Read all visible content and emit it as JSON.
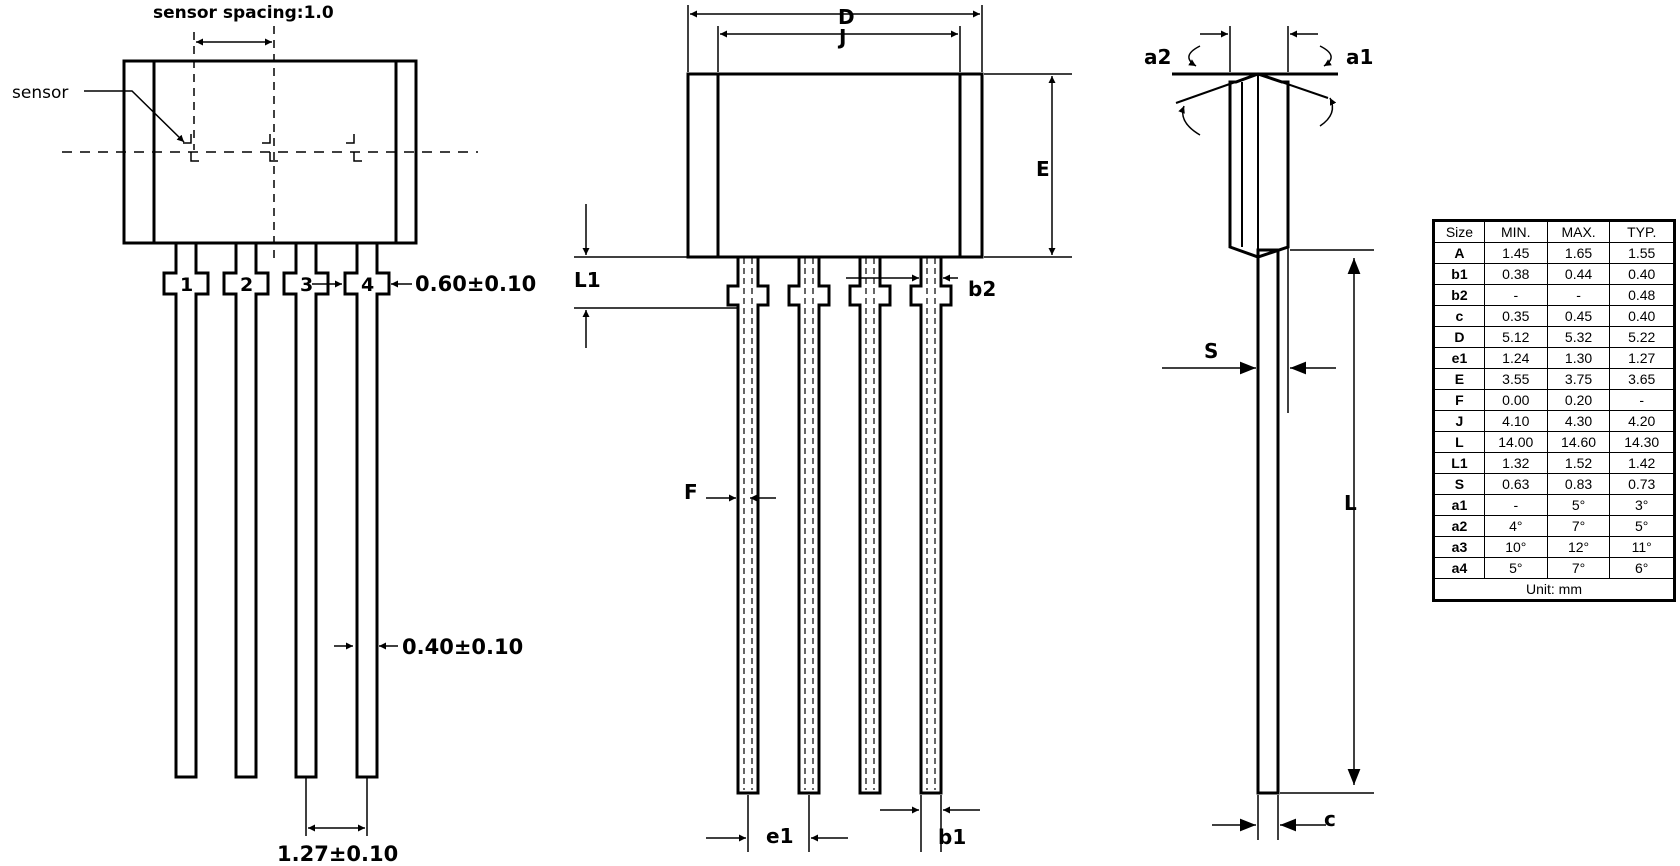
{
  "views": {
    "left": {
      "sensor_spacing": "sensor spacing:1.0",
      "sensor": "sensor",
      "pins": [
        "1",
        "2",
        "3",
        "4"
      ],
      "tab_width": "0.60±0.10",
      "lead_width": "0.40±0.10",
      "pitch": "1.27±0.10"
    },
    "middle": {
      "D": "D",
      "J": "J",
      "E": "E",
      "L1": "L1",
      "b2": "b2",
      "F": "F",
      "e1": "e1",
      "b1": "b1"
    },
    "side": {
      "a2": "a2",
      "a1": "a1",
      "S": "S",
      "L": "L",
      "c": "c"
    }
  },
  "table": {
    "headers": [
      "Size",
      "MIN.",
      "MAX.",
      "TYP."
    ],
    "rows": [
      [
        "A",
        "1.45",
        "1.65",
        "1.55"
      ],
      [
        "b1",
        "0.38",
        "0.44",
        "0.40"
      ],
      [
        "b2",
        "-",
        "-",
        "0.48"
      ],
      [
        "c",
        "0.35",
        "0.45",
        "0.40"
      ],
      [
        "D",
        "5.12",
        "5.32",
        "5.22"
      ],
      [
        "e1",
        "1.24",
        "1.30",
        "1.27"
      ],
      [
        "E",
        "3.55",
        "3.75",
        "3.65"
      ],
      [
        "F",
        "0.00",
        "0.20",
        "-"
      ],
      [
        "J",
        "4.10",
        "4.30",
        "4.20"
      ],
      [
        "L",
        "14.00",
        "14.60",
        "14.30"
      ],
      [
        "L1",
        "1.32",
        "1.52",
        "1.42"
      ],
      [
        "S",
        "0.63",
        "0.83",
        "0.73"
      ],
      [
        "a1",
        "-",
        "5°",
        "3°"
      ],
      [
        "a2",
        "4°",
        "7°",
        "5°"
      ],
      [
        "a3",
        "10°",
        "12°",
        "11°"
      ],
      [
        "a4",
        "5°",
        "7°",
        "6°"
      ]
    ],
    "unit": "Unit: mm"
  }
}
